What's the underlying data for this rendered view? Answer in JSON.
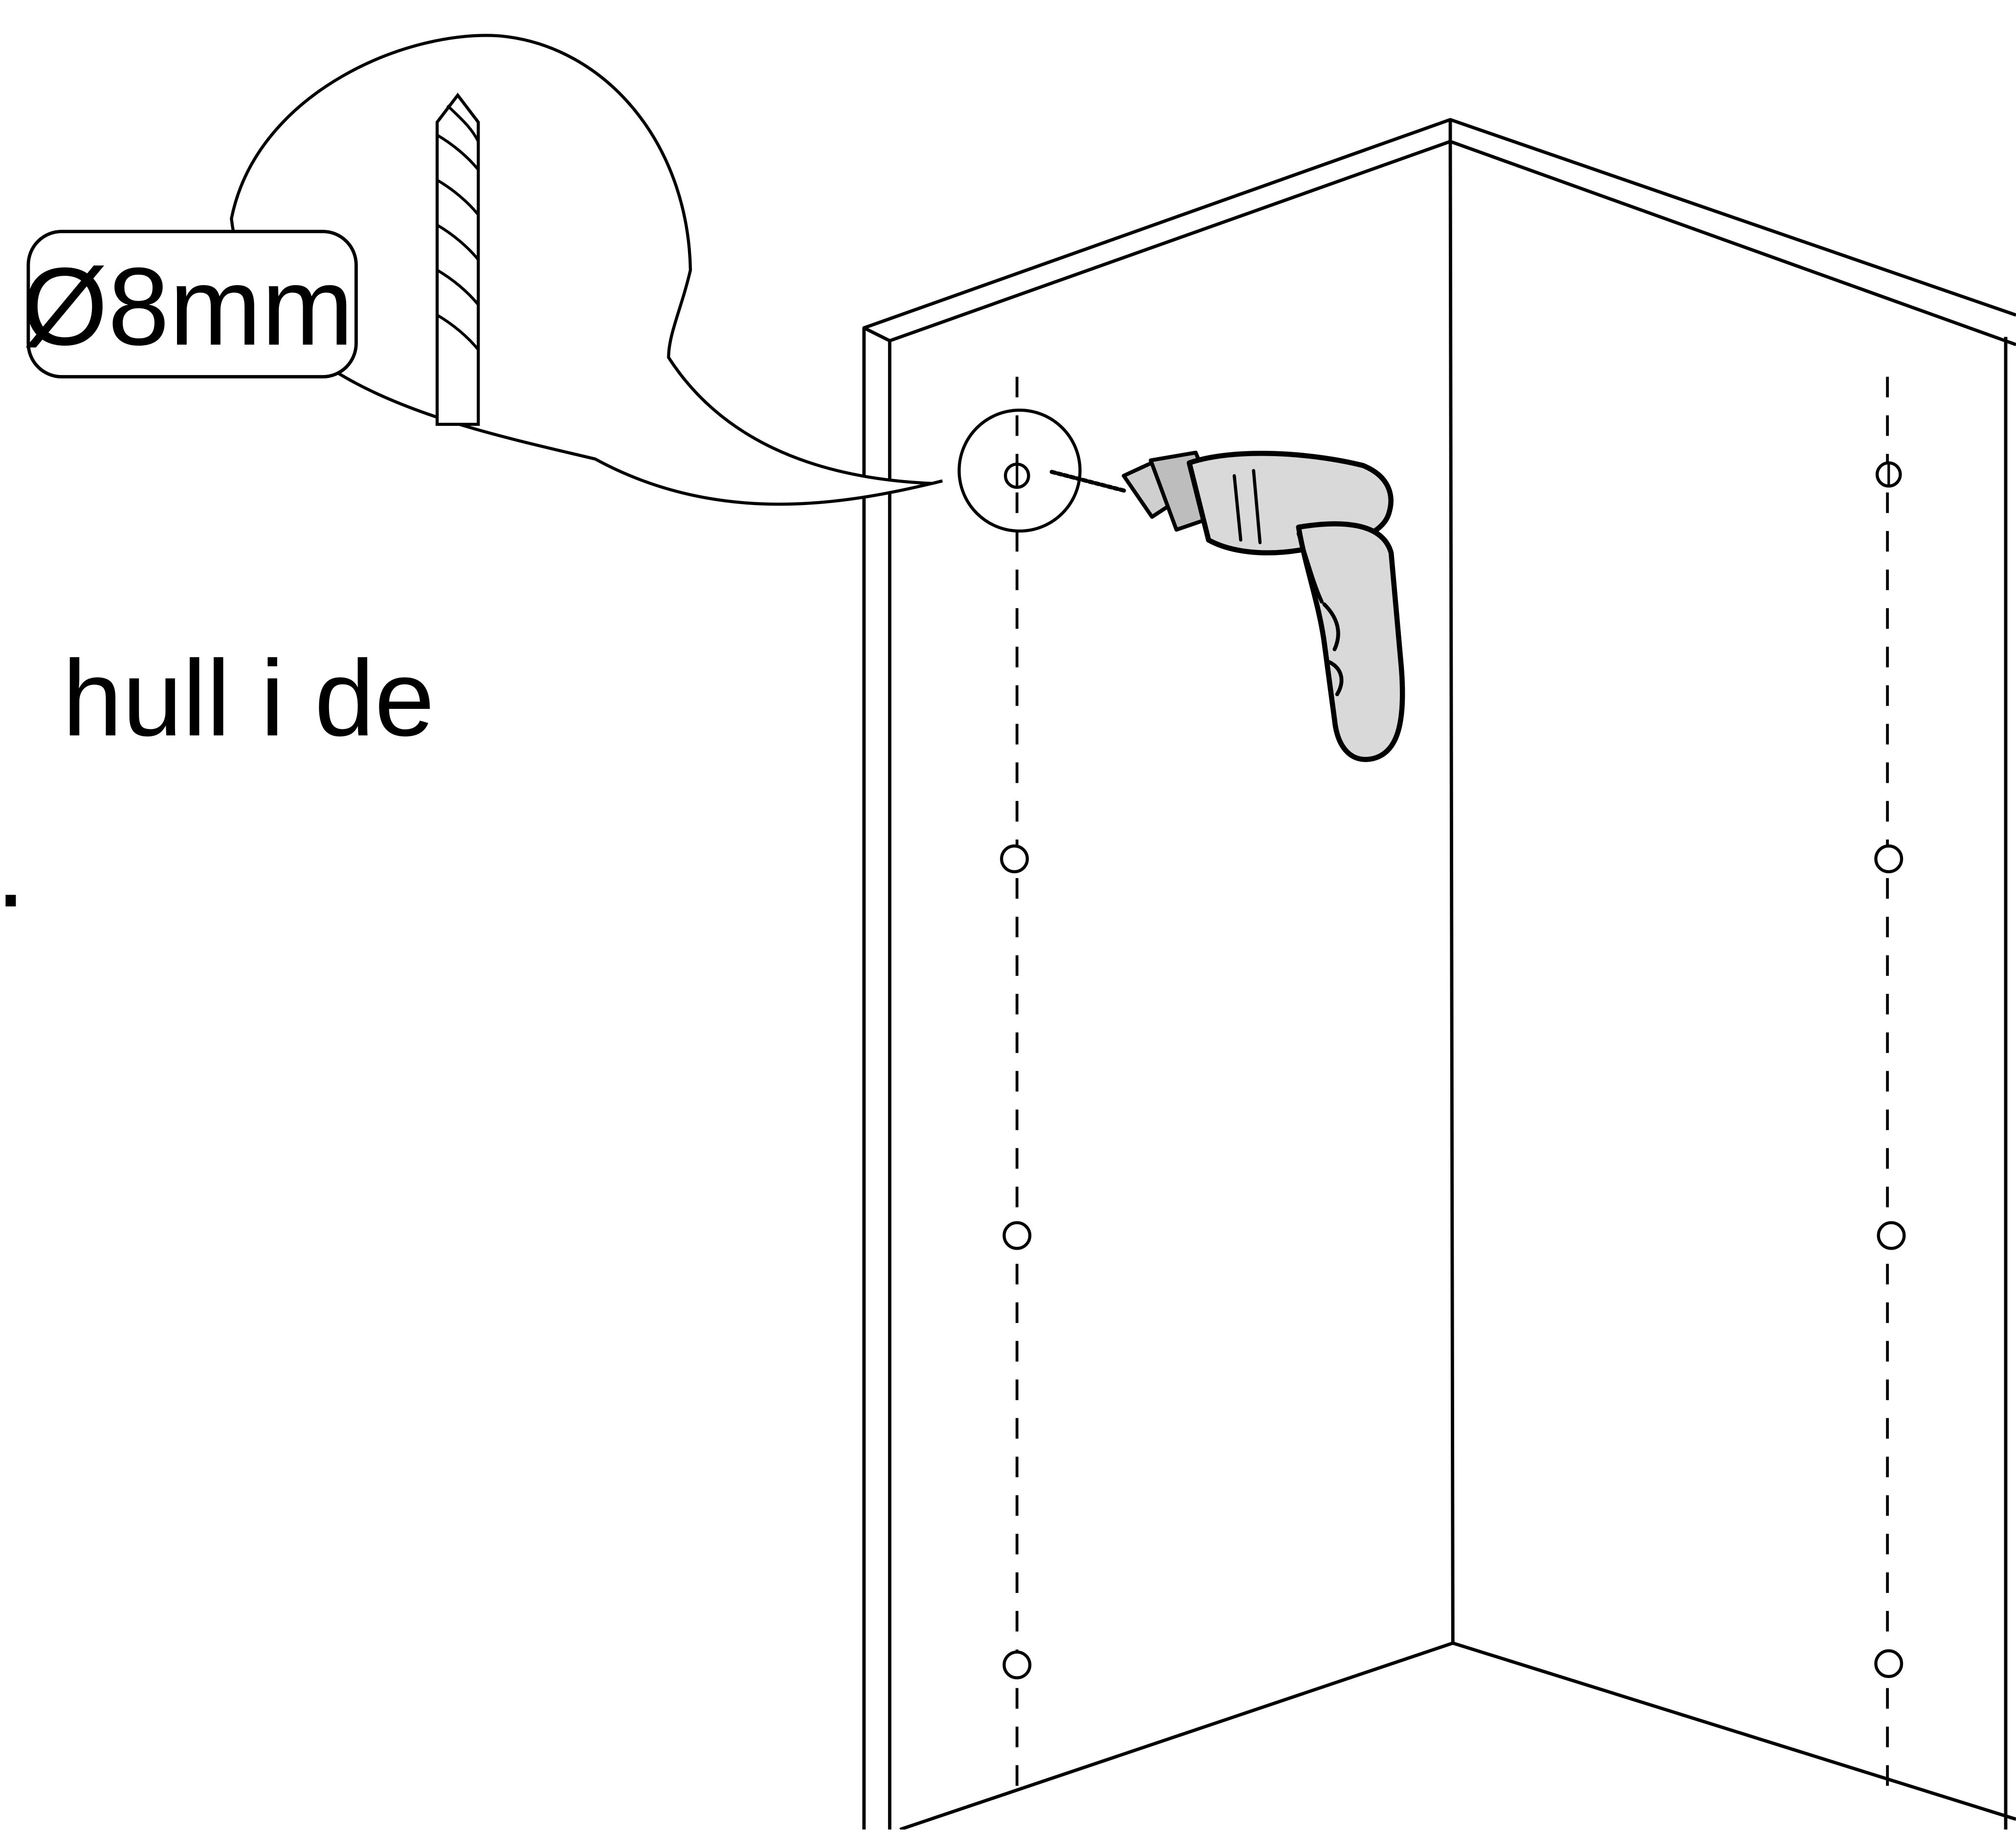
{
  "instruction": {
    "line1": "hull i de",
    "line2": "e."
  },
  "drill_bit_callout": {
    "size_label": "Ø8mm"
  },
  "colors": {
    "ink": "#000000",
    "paper": "#ffffff",
    "drill_body": "#d9d9d9"
  },
  "icons": [
    "drill-bit-icon",
    "power-drill-icon",
    "drill-hole-icon"
  ]
}
